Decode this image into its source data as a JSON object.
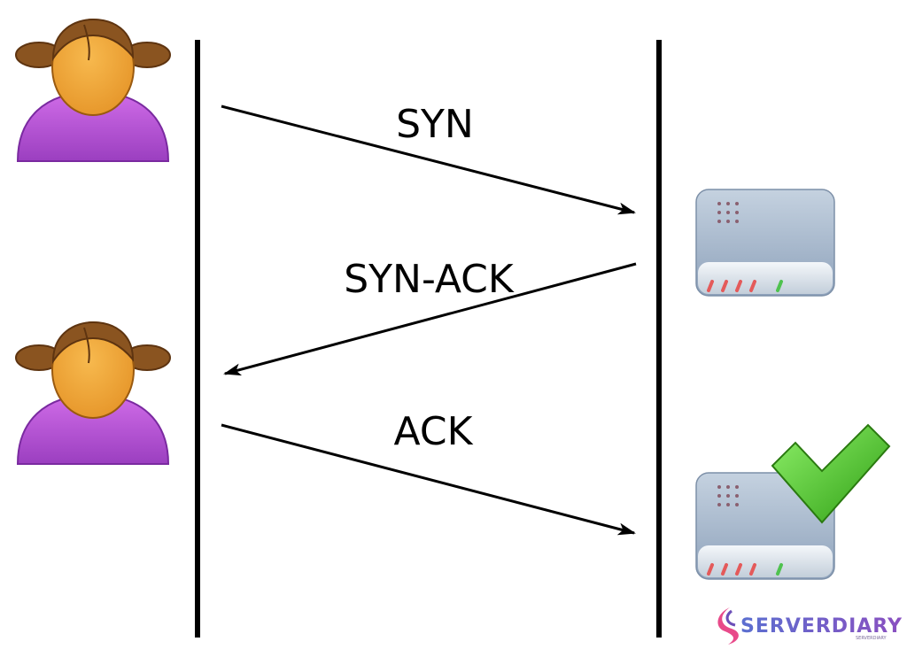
{
  "messages": [
    {
      "label": "SYN"
    },
    {
      "label": "SYN-ACK"
    },
    {
      "label": "ACK"
    }
  ],
  "icons": {
    "client": "person-icon",
    "server": "server-icon",
    "success": "checkmark-icon"
  },
  "logo": {
    "text": "SERVERDIARY",
    "subtext": "SERVERDIARY"
  },
  "colors": {
    "line": "#000000",
    "person_skin": "#f0a83a",
    "person_hair": "#8a5420",
    "person_body": "#b44fd8",
    "server_body": "#a9bacd",
    "led_red": "#e45a5a",
    "led_green": "#4fc24f",
    "check_green": "#3fb51f",
    "logo_purple": "#6c4fb8",
    "logo_pink": "#e84a8a"
  }
}
